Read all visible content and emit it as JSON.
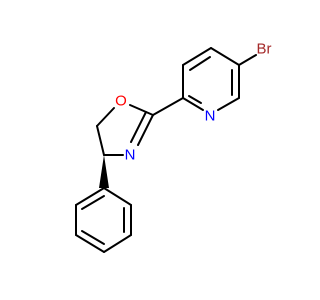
{
  "structure": {
    "atoms": [
      {
        "id": "Br",
        "label": "Br",
        "color": "#a52a2a"
      },
      {
        "id": "N_pyridine",
        "label": "N",
        "color": "#0000ff"
      },
      {
        "id": "O_ring",
        "label": "O",
        "color": "#ff0000"
      },
      {
        "id": "N_ring",
        "label": "N",
        "color": "#0000ff"
      }
    ],
    "bond_color": "#000000",
    "stereo_bond": "wedge"
  }
}
